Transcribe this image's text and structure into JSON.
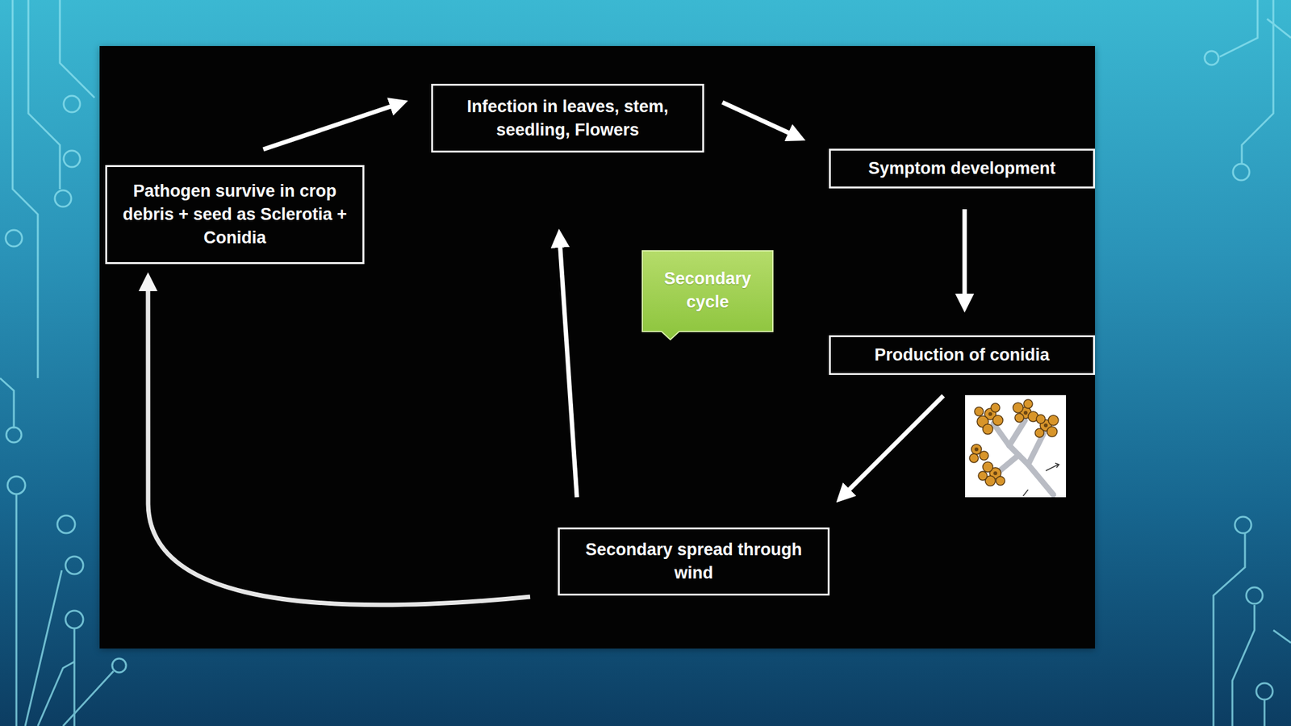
{
  "diagram": {
    "nodes": [
      {
        "text": [
          "Pathogen survive in crop debris + seed as Sclerotia + Conidia"
        ]
      },
      {
        "text": [
          "Infection in leaves, stem, seedling, Flowers"
        ]
      },
      {
        "text": [
          "Symptom development"
        ]
      },
      {
        "text": [
          "Production of conidia"
        ]
      },
      {
        "text": [
          "Secondary spread through wind"
        ]
      },
      {
        "text": [
          "Secondary cycle"
        ]
      }
    ],
    "edges": [
      {
        "from": 0,
        "to": 1,
        "arrow": "to"
      },
      {
        "from": 1,
        "to": 2,
        "arrow": "to"
      },
      {
        "from": 2,
        "to": 3,
        "arrow": "to"
      },
      {
        "from": 3,
        "to": 4,
        "arrow": "to"
      },
      {
        "from": 4,
        "to": 1,
        "arrow": "to"
      },
      {
        "from": 4,
        "to": 0,
        "arrow": "to"
      }
    ]
  }
}
